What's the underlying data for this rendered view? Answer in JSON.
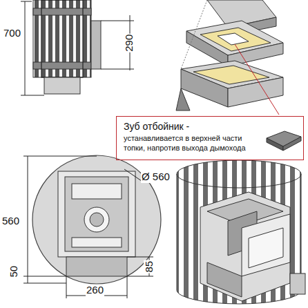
{
  "diagram": {
    "nodes": [
      {
        "text": [
          "Зуб отбойник -",
          "устанавливается в верхней части топки, напротив выхода дымохода"
        ]
      }
    ],
    "labels": [
      "700",
      "290",
      "Ø 560",
      "560",
      "50",
      "85",
      "260"
    ]
  }
}
